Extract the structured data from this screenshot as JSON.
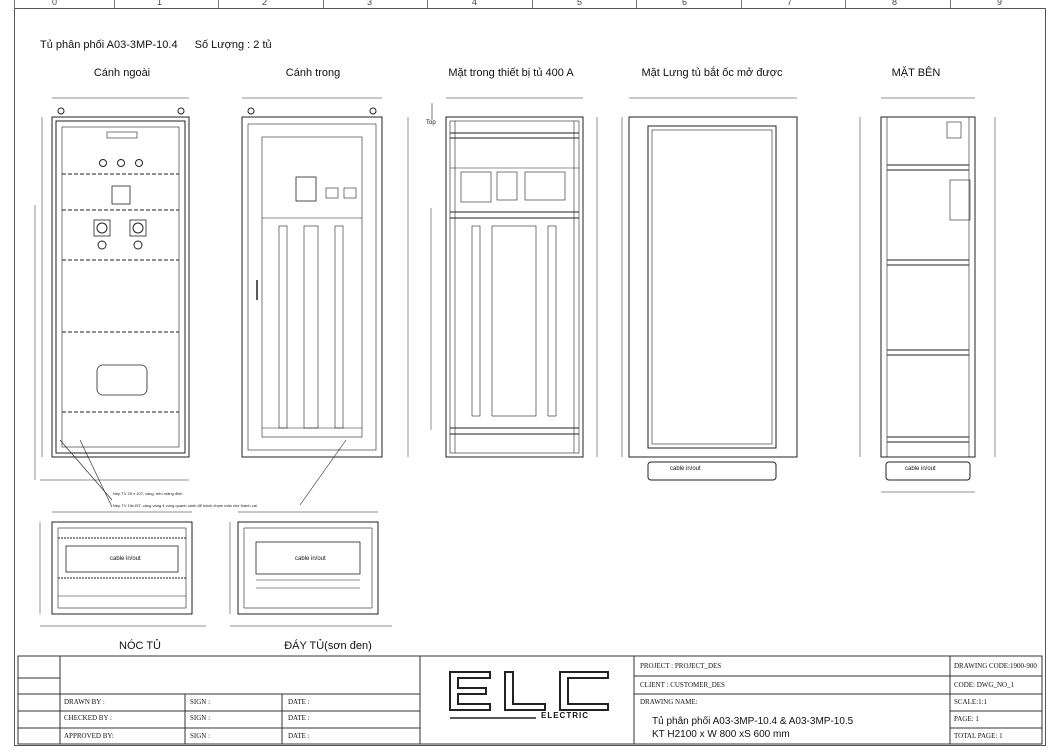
{
  "ruler": [
    "0",
    "1",
    "2",
    "3",
    "4",
    "5",
    "6",
    "7",
    "8",
    "9"
  ],
  "header": {
    "title": "Tủ phân phối A03-3MP-10.4",
    "quantity": "Số Lượng :  2 tủ"
  },
  "views": {
    "outer_door": "Cánh ngoài",
    "inner_door": "Cánh trong",
    "interior": "Mặt trong thiết bị tủ 400 A",
    "back": "Mặt Lưng tủ bắt ốc mở được",
    "side": "MẶT BÊN",
    "roof": "NÓC TỦ",
    "bottom": "ĐÁY TỦ(sơn đen)"
  },
  "labels": {
    "cable": "cable in/out",
    "top_mark": "Top",
    "note1": "Nẹp TV 20 x 10T, vàng, trên mặng điện",
    "note2": "Nẹp TV 15x15T, vàng vàng 4 vung quanh cánh để tránh chạm mấu che thanh cái"
  },
  "title_block": {
    "drawn_by": "DRAWN BY :",
    "checked_by": "CHECKED BY :",
    "approved_by": "APPROVED BY:",
    "sign": "SIGN :",
    "date": "DATE :",
    "logo_text": "ELC",
    "logo_sub": "ELECTRIC",
    "project": "PROJECT : PROJECT_DES",
    "client": "CLIENT    : CUSTOMER_DES",
    "drawing_name_label": "DRAWING NAME:",
    "drawing_name_line1": "Tủ phân phối A03-3MP-10.4 & A03-3MP-10.5",
    "drawing_name_line2": "KT H2100 x W 800 xS 600 mm",
    "drawing_code": "DRAWING CODE:1900-900",
    "code": "CODE: DWG_NO_1",
    "scale": "SCALE:1:1",
    "page": "PAGE: 1",
    "total_page": "TOTAL PAGE: 1"
  }
}
